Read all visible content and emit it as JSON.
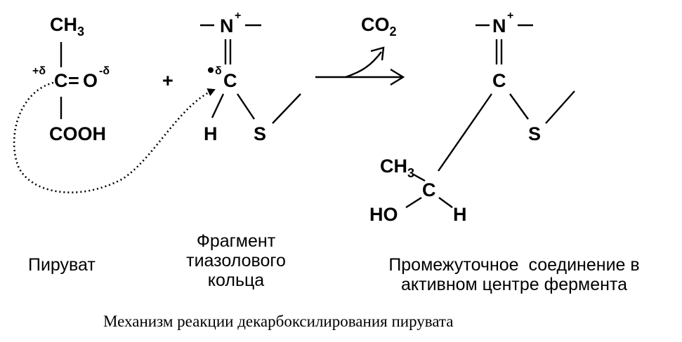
{
  "pyruvate": {
    "ch3": "CH",
    "ch3_sub": "3",
    "charge_pos": "+δ",
    "carbon": "C",
    "double_bond": "=",
    "oxygen": "O",
    "charge_neg": "-δ",
    "cooh": "COOH",
    "label": "Пируват"
  },
  "plus_sign": "+",
  "thiazole": {
    "n": "N",
    "n_charge": "+",
    "carbon": "C",
    "carbon_charge": "δ",
    "h": "H",
    "s": "S",
    "label_line1": "Фрагмент",
    "label_line2": "тиазолового",
    "label_line3": "кольца"
  },
  "co2": {
    "co": "CO",
    "sub": "2"
  },
  "product": {
    "n": "N",
    "n_charge": "+",
    "carbon": "C",
    "s": "S",
    "ch3": "CH",
    "ch3_sub": "3",
    "c2": "C",
    "ho": "HO",
    "h": "H",
    "label_line1": "Промежуточное  соединение в",
    "label_line2": "активном центре фермента"
  },
  "caption": "Механизм реакции декарбоксилирования пирувата",
  "colors": {
    "ink": "#000000",
    "background": "#ffffff"
  }
}
